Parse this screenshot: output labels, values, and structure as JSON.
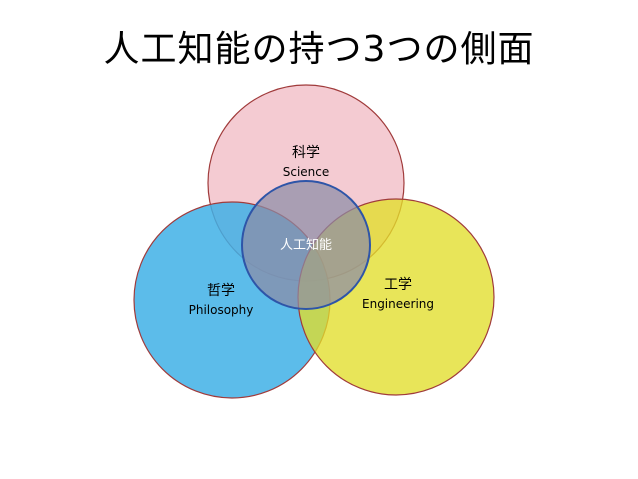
{
  "slide": {
    "title": "人工知能の持つ3つの側面"
  },
  "diagram": {
    "type": "venn",
    "sets": [
      {
        "id": "science",
        "label_jp": "科学",
        "label_en": "Science",
        "color": "#F2C2CA"
      },
      {
        "id": "philosophy",
        "label_jp": "哲学",
        "label_en": "Philosophy",
        "color": "#4DB8E8"
      },
      {
        "id": "engineering",
        "label_jp": "工学",
        "label_en": "Engineering",
        "color": "#E7E43B"
      }
    ],
    "center": {
      "label": "人工知能",
      "color": "#8C8CA6",
      "stroke": "#2E55A8"
    }
  }
}
